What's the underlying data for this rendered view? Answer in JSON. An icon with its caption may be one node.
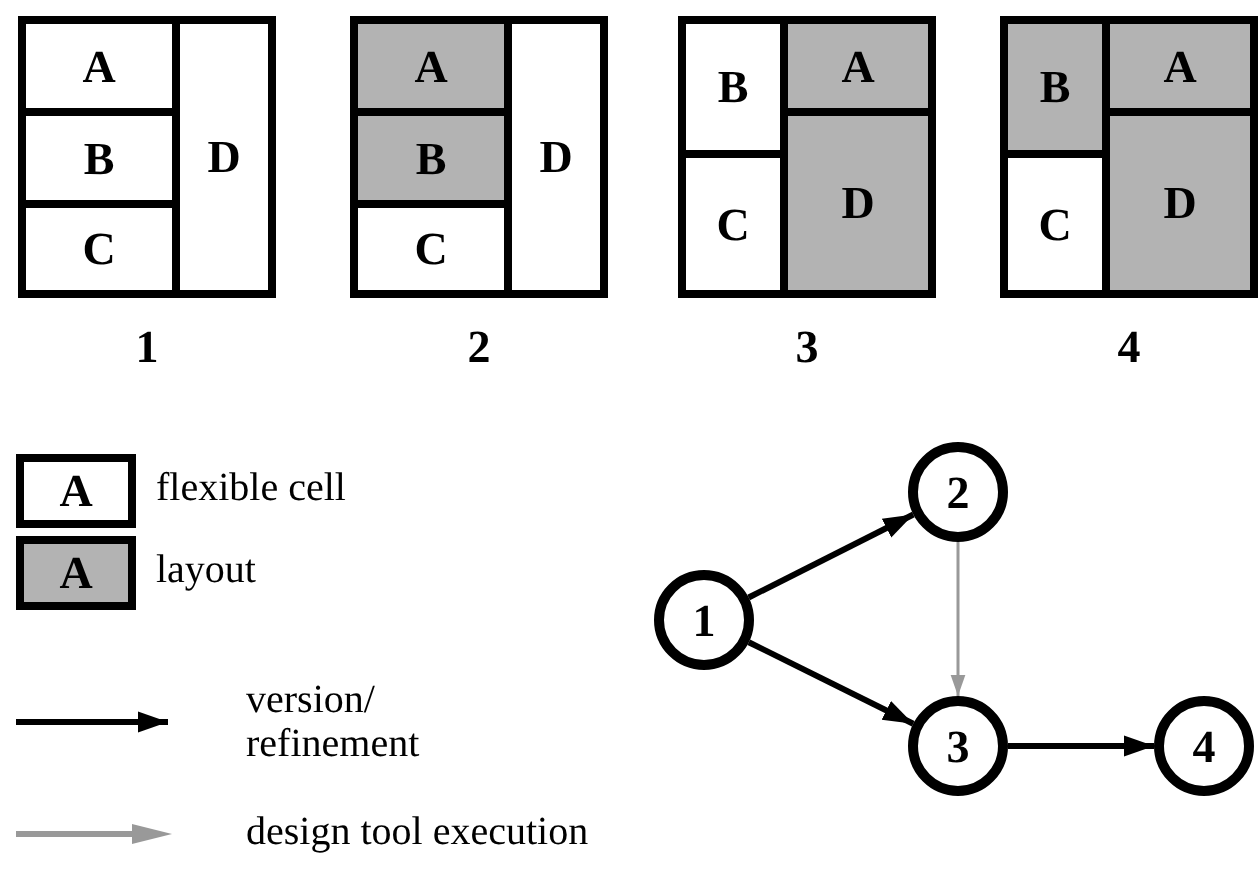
{
  "diagram": {
    "nodes": [
      {
        "text": [],
        "shape": "box",
        "beside": [
          "1"
        ]
      },
      {
        "text": [
          "A"
        ],
        "in": 0
      },
      {
        "text": [
          "B"
        ],
        "in": 0
      },
      {
        "text": [
          "C"
        ],
        "in": 0
      },
      {
        "text": [
          "D"
        ],
        "in": 0
      },
      {
        "text": [],
        "shape": "box",
        "beside": [
          "2"
        ]
      },
      {
        "text": [
          "A"
        ],
        "in": 5
      },
      {
        "text": [
          "B"
        ],
        "in": 5
      },
      {
        "text": [
          "C"
        ],
        "in": 5
      },
      {
        "text": [
          "D"
        ],
        "in": 5
      },
      {
        "text": [],
        "shape": "box",
        "beside": [
          "3"
        ]
      },
      {
        "text": [
          "B"
        ],
        "in": 10
      },
      {
        "text": [
          "A"
        ],
        "in": 10
      },
      {
        "text": [
          "C"
        ],
        "in": 10
      },
      {
        "text": [
          "D"
        ],
        "in": 10
      },
      {
        "text": [],
        "shape": "box",
        "beside": [
          "4"
        ]
      },
      {
        "text": [
          "B"
        ],
        "in": 15
      },
      {
        "text": [
          "A"
        ],
        "in": 15
      },
      {
        "text": [
          "C"
        ],
        "in": 15
      },
      {
        "text": [
          "D"
        ],
        "in": 15
      },
      {
        "text": [
          "1"
        ]
      },
      {
        "text": [
          "2"
        ]
      },
      {
        "text": [
          "3"
        ]
      },
      {
        "text": [
          "4"
        ]
      }
    ],
    "edges": [
      {
        "from": 20,
        "to": 21,
        "arrow": "to"
      },
      {
        "from": 21,
        "to": 22,
        "arrow": "to",
        "color": "#999999"
      },
      {
        "from": 20,
        "to": 22,
        "arrow": "to"
      },
      {
        "from": 22,
        "to": 23,
        "arrow": "to"
      }
    ],
    "labels": [
      "A",
      "A"
    ],
    "legend": [
      {
        "text": "flexible cell",
        "color": "#ffffff"
      },
      {
        "text": "layout",
        "color": "#b3b3b3"
      },
      {
        "text": "version/ refinement"
      },
      {
        "text": "design tool execution"
      }
    ]
  }
}
